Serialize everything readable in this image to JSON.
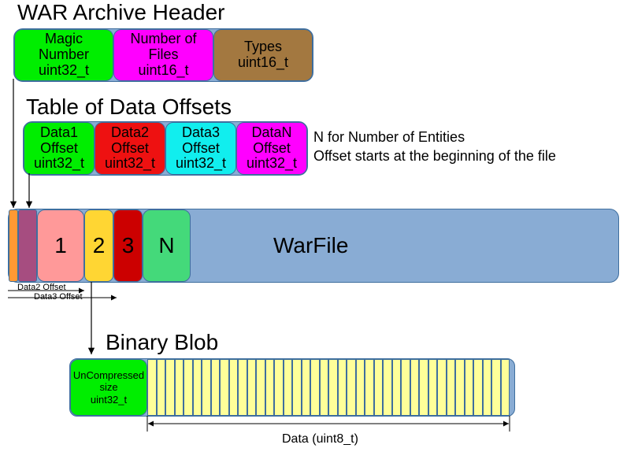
{
  "header": {
    "title": "WAR Archive Header",
    "fields": [
      {
        "lines": [
          "Magic",
          "Number",
          "uint32_t"
        ],
        "color": "#00ee00"
      },
      {
        "lines": [
          "Number of",
          "Files",
          "uint16_t"
        ],
        "color": "#ff00ff"
      },
      {
        "lines": [
          "Types",
          "uint16_t"
        ],
        "color": "#a37840"
      }
    ]
  },
  "offsets": {
    "title": "Table of Data Offsets",
    "fields": [
      {
        "lines": [
          "Data1",
          "Offset",
          "uint32_t"
        ],
        "color": "#00ee00"
      },
      {
        "lines": [
          "Data2",
          "Offset",
          "uint32_t"
        ],
        "color": "#ee1111"
      },
      {
        "lines": [
          "Data3",
          "Offset",
          "uint32_t"
        ],
        "color": "#11eeee"
      },
      {
        "lines": [
          "DataN",
          "Offset",
          "uint32_t"
        ],
        "color": "#ff00ff"
      }
    ],
    "notes": [
      "N for Number of Entities",
      "Offset starts at the beginning of the file"
    ]
  },
  "warfile": {
    "label": "WarFile",
    "color": "#89acd4",
    "segments": [
      {
        "label": "",
        "color": "#ff9933"
      },
      {
        "label": "",
        "color": "#a64d80"
      },
      {
        "label": "1",
        "color": "#ff9999"
      },
      {
        "label": "2",
        "color": "#ffd633"
      },
      {
        "label": "3",
        "color": "#cc0000"
      },
      {
        "label": "N",
        "color": "#44d97a"
      }
    ],
    "offset_labels": [
      "Data2 Offset",
      "Data3 Offset"
    ]
  },
  "blob": {
    "title": "Binary Blob",
    "size_lines": [
      "UnCompressed",
      "size",
      "uint32_t"
    ],
    "size_color": "#00ee00",
    "data_color": "#ffff99",
    "data_label": "Data (uint8_t)",
    "end_color": "#89acd4"
  }
}
